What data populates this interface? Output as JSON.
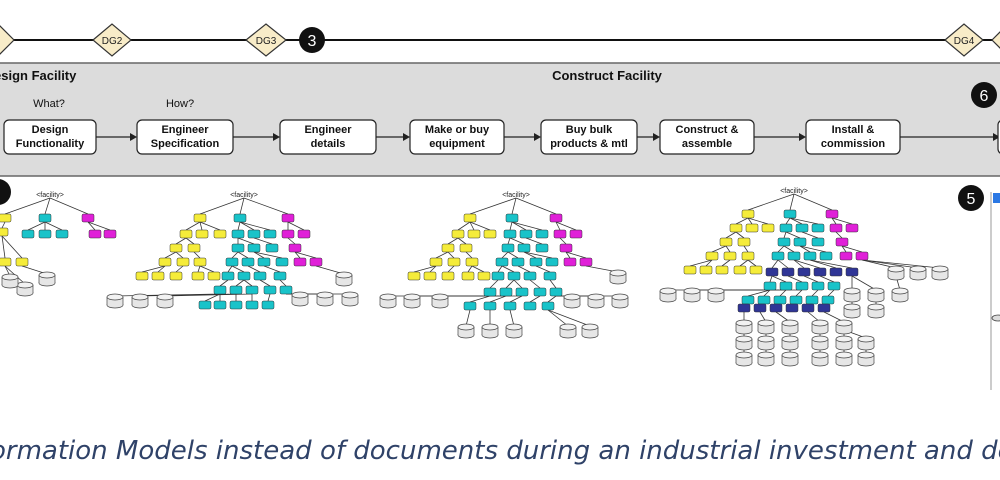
{
  "gates": {
    "dg2": "DG2",
    "dg3": "DG3",
    "dg4": "DG4"
  },
  "badges": {
    "b3": "3",
    "b5": "5",
    "b6": "6"
  },
  "phases": {
    "design": "esign Facility",
    "construct": "Construct Facility"
  },
  "questions": {
    "what": "What?",
    "how": "How?"
  },
  "steps": [
    {
      "line1": "Design",
      "line2": "Functionality"
    },
    {
      "line1": "Engineer",
      "line2": "Specification"
    },
    {
      "line1": "Engineer",
      "line2": "details"
    },
    {
      "line1": "Make or buy",
      "line2": "equipment"
    },
    {
      "line1": "Buy bulk",
      "line2": "products & mtl"
    },
    {
      "line1": "Construct &",
      "line2": "assemble"
    },
    {
      "line1": "Install &",
      "line2": "commission"
    }
  ],
  "trees": {
    "root_label": "<facility>"
  },
  "colors": {
    "yellow": "#f5ec3a",
    "cyan": "#19c3c9",
    "magenta": "#e020d8",
    "navy": "#2f3596",
    "band": "#dcdcdc",
    "gate": "#f8ecc8",
    "caption": "#2f4268"
  },
  "caption": "ormation Models instead of documents during an industrial investment and dev"
}
